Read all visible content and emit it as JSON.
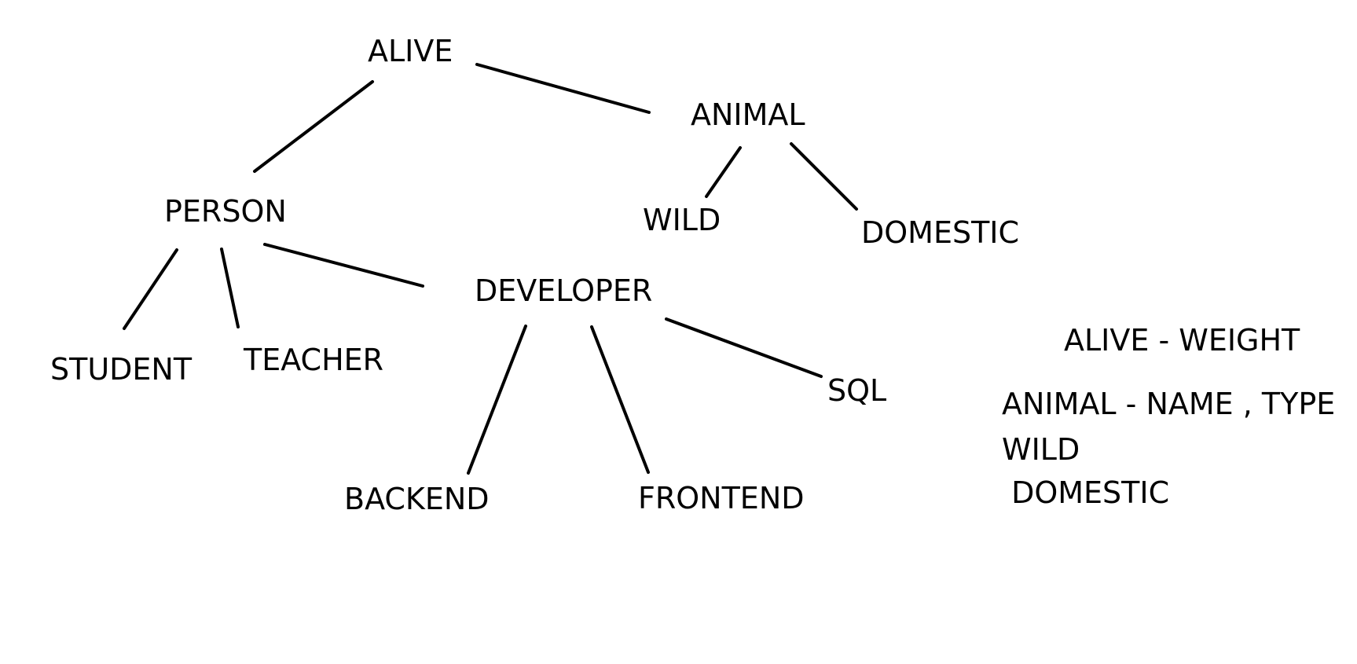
{
  "diagram": {
    "nodes": [
      {
        "id": "alive",
        "label": "ALIVE"
      },
      {
        "id": "animal",
        "label": "ANIMAL"
      },
      {
        "id": "person",
        "label": "PERSON"
      },
      {
        "id": "wild",
        "label": "WILD"
      },
      {
        "id": "domestic",
        "label": "DOMESTIC"
      },
      {
        "id": "developer",
        "label": "DEVELOPER"
      },
      {
        "id": "student",
        "label": "STUDENT"
      },
      {
        "id": "teacher",
        "label": "TEACHER"
      },
      {
        "id": "sql",
        "label": "SQL"
      },
      {
        "id": "backend",
        "label": "BACKEND"
      },
      {
        "id": "frontend",
        "label": "FRONTEND"
      }
    ],
    "edges": [
      {
        "from": "alive",
        "to": "person"
      },
      {
        "from": "alive",
        "to": "animal"
      },
      {
        "from": "animal",
        "to": "wild"
      },
      {
        "from": "animal",
        "to": "domestic"
      },
      {
        "from": "person",
        "to": "student"
      },
      {
        "from": "person",
        "to": "teacher"
      },
      {
        "from": "person",
        "to": "developer"
      },
      {
        "from": "developer",
        "to": "backend"
      },
      {
        "from": "developer",
        "to": "frontend"
      },
      {
        "from": "developer",
        "to": "sql"
      }
    ],
    "notes": [
      "ALIVE - WEIGHT",
      "ANIMAL - NAME , TYPE",
      "WILD",
      " DOMESTIC"
    ],
    "colors": {
      "ink": "#000000",
      "background": "#ffffff"
    }
  }
}
